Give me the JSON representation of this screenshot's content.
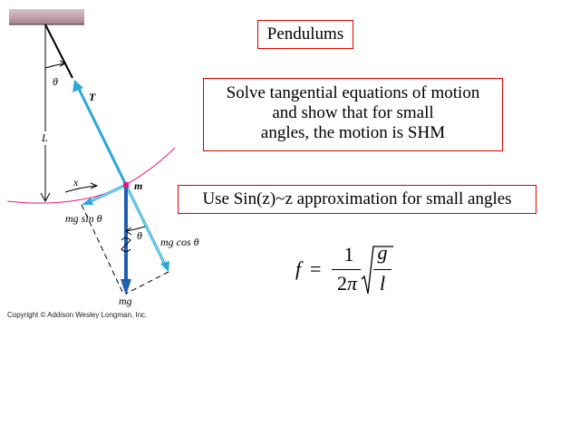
{
  "slide": {
    "title": "Pendulums",
    "tangential_lines": [
      "Solve tangential equations of motion",
      "and show that for small",
      "angles, the motion is SHM"
    ],
    "approximation": "Use Sin(z)~z approximation for small angles"
  },
  "formula": {
    "lhs": "f",
    "equals": "=",
    "numerator": "1",
    "denominator_coeff": "2",
    "denominator_symbol": "π",
    "radicand_numerator": "g",
    "radicand_denominator": "l"
  },
  "diagram": {
    "labels": {
      "theta_top": "θ",
      "tension": "T",
      "length": "L",
      "displacement": "x",
      "mass": "m",
      "mg_sin": "mg sin θ",
      "mg_cos": "mg cos θ",
      "theta_lower": "θ",
      "weight": "mg"
    },
    "copyright": "Copyright © Addison Wesley Longman, Inc.",
    "colors": {
      "border_red": "#e00000",
      "tension_cyan": "#29a8d6",
      "component_cyan": "#7fd0ea",
      "weight_blue": "#1f5fb0",
      "arc_magenta": "#e8198b",
      "ceiling": "#b08898"
    }
  }
}
